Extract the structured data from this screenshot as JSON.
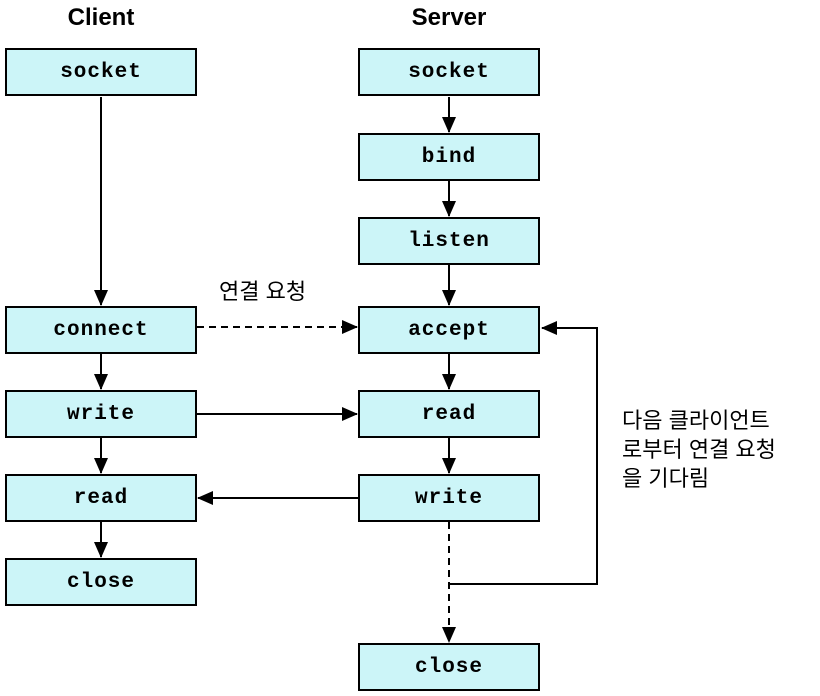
{
  "diagram": {
    "client": {
      "title": "Client",
      "boxes": [
        {
          "label": "socket"
        },
        {
          "label": "connect"
        },
        {
          "label": "write"
        },
        {
          "label": "read"
        },
        {
          "label": "close"
        }
      ]
    },
    "server": {
      "title": "Server",
      "boxes": [
        {
          "label": "socket"
        },
        {
          "label": "bind"
        },
        {
          "label": "listen"
        },
        {
          "label": "accept"
        },
        {
          "label": "read"
        },
        {
          "label": "write"
        },
        {
          "label": "close"
        }
      ]
    },
    "annotations": {
      "connection_request_label": "연결 요청",
      "wait_note_lines": [
        "다음 클라이언트",
        "로부터 연결 요청",
        "을 기다림"
      ]
    },
    "colors": {
      "box_fill": "#ccf5f8",
      "box_border": "#000000",
      "line": "#000000",
      "text": "#000000",
      "background": "#ffffff"
    }
  }
}
